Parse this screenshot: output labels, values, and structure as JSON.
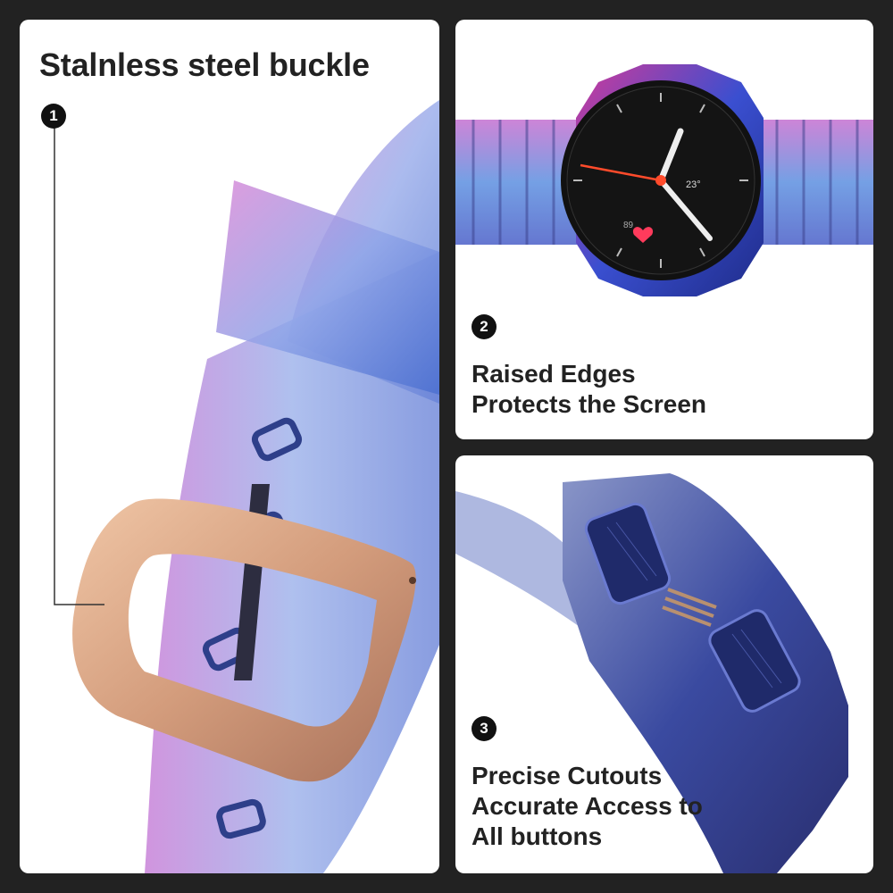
{
  "panel1": {
    "number": "1",
    "heading": "Stalnless steel buckle"
  },
  "panel2": {
    "number": "2",
    "caption_lines": [
      "Raised Edges",
      "Protects the Screen"
    ],
    "watch_face": {
      "weather": "23°",
      "steps": "89"
    }
  },
  "panel3": {
    "number": "3",
    "caption_lines": [
      "Precise Cutouts",
      "Accurate Access to",
      "All buttons"
    ]
  },
  "colors": {
    "background": "#222222",
    "panel": "#ffffff",
    "strap_pink": "#d98ad8",
    "strap_blue": "#5a7fd6",
    "buckle_gold": "#d8a887"
  }
}
